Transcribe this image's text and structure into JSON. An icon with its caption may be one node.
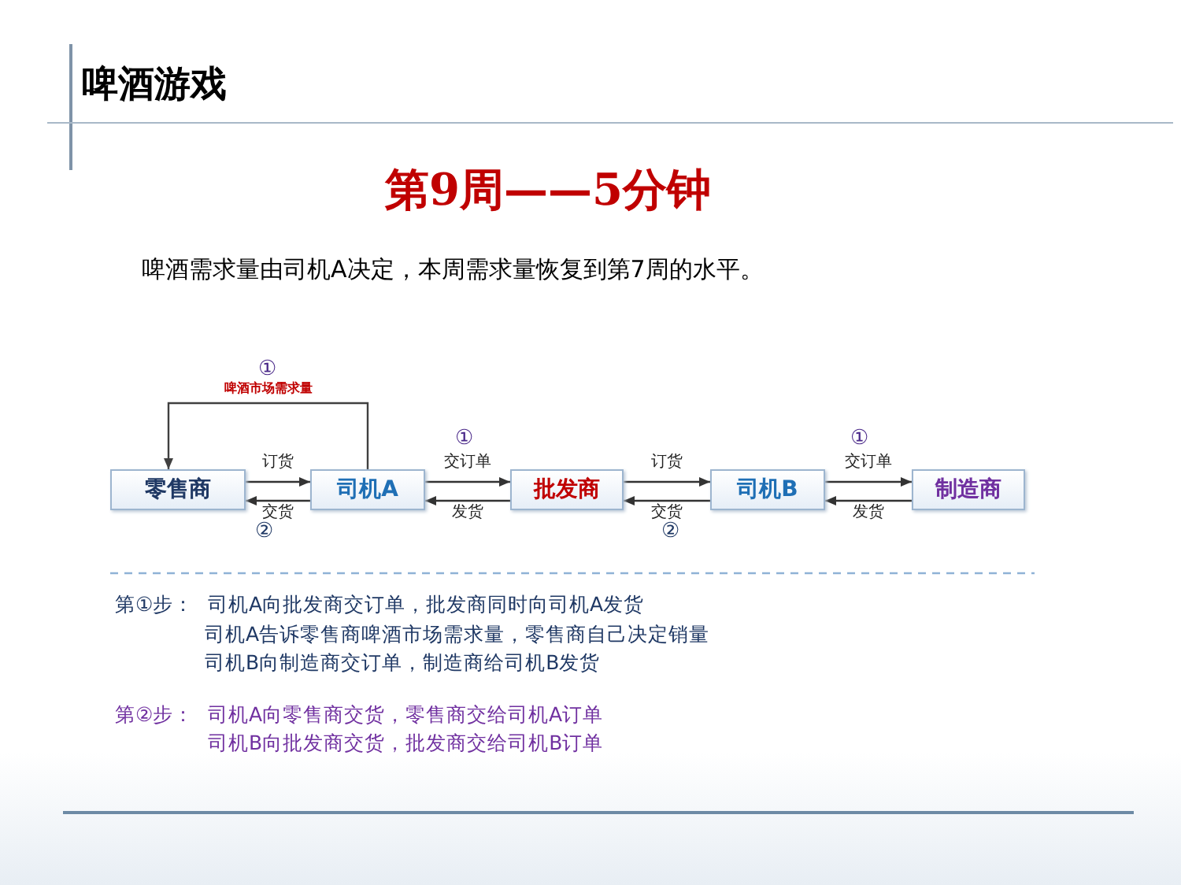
{
  "diagram": {
    "title": "啤酒游戏",
    "nodes": [
      {
        "text": [
          "零售商"
        ]
      },
      {
        "text": [
          "司机A"
        ]
      },
      {
        "text": [
          "批发商"
        ]
      },
      {
        "text": [
          "司机B"
        ]
      },
      {
        "text": [
          "制造商"
        ]
      }
    ],
    "edges": [
      {
        "from": 1,
        "to": 0,
        "arrow": "to",
        "label": "啤酒市场需求量",
        "color": "#404040"
      },
      {
        "from": 0,
        "to": 1,
        "arrow": "to",
        "label": "订货"
      },
      {
        "from": 1,
        "to": 0,
        "arrow": "to",
        "label": "交货"
      },
      {
        "from": 1,
        "to": 2,
        "arrow": "to",
        "label": "交订单"
      },
      {
        "from": 2,
        "to": 1,
        "arrow": "to",
        "label": "发货"
      },
      {
        "from": 2,
        "to": 3,
        "arrow": "to",
        "label": "订货"
      },
      {
        "from": 3,
        "to": 2,
        "arrow": "to",
        "label": "交货"
      },
      {
        "from": 3,
        "to": 4,
        "arrow": "to",
        "label": "交订单"
      },
      {
        "from": 4,
        "to": 3,
        "arrow": "to",
        "label": "发货"
      }
    ],
    "labels": [
      "第9周——5分钟",
      "啤酒需求量由司机A决定，本周需求量恢复到第7周的水平。",
      "①",
      "①",
      "①",
      "②",
      "②",
      "第①步：",
      "司机A向批发商交订单，批发商同时向司机A发货",
      "司机A告诉零售商啤酒市场需求量，零售商自己决定销量",
      "司机B向制造商交订单，制造商给司机B发货",
      "第②步：",
      "司机A向零售商交货，零售商交给司机A订单",
      "司机B向批发商交货，批发商交给司机B订单"
    ]
  }
}
